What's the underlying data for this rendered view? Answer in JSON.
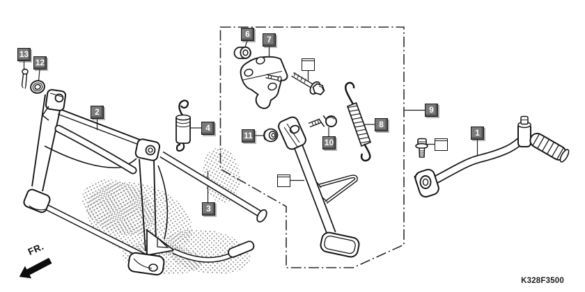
{
  "diagram": {
    "part_code": "K328F3500",
    "front_label": "FR."
  },
  "labels": [
    {
      "number": "13"
    },
    {
      "number": "12"
    },
    {
      "number": "2"
    },
    {
      "number": "4"
    },
    {
      "number": "6"
    },
    {
      "number": "7"
    },
    {
      "number": "3"
    },
    {
      "number": "11"
    },
    {
      "number": "10"
    },
    {
      "number": "8"
    },
    {
      "number": "9"
    },
    {
      "number": "1"
    }
  ],
  "colors": {
    "line": "#161616",
    "label_box": "#7b7b7b",
    "label_text": "#ffffff",
    "background": "#ffffff"
  }
}
